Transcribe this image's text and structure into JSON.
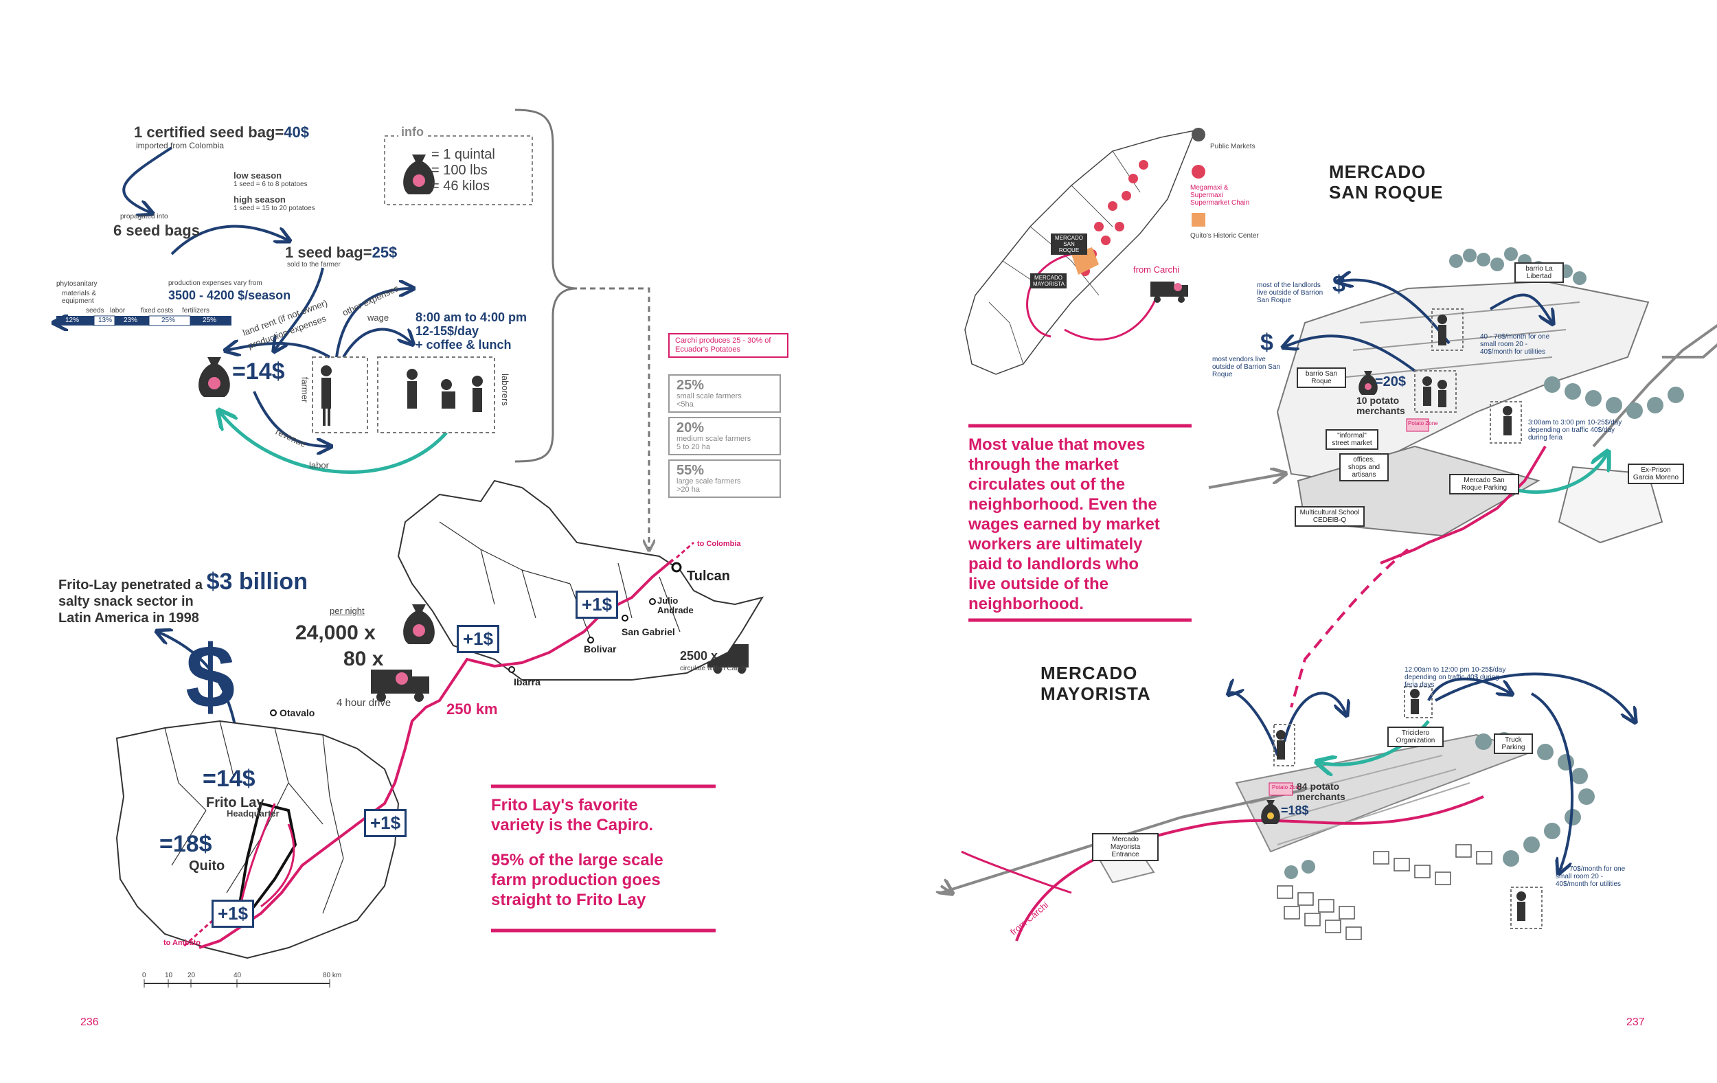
{
  "pages": {
    "left": "236",
    "right": "237"
  },
  "info_box": {
    "title": "info",
    "line1": "= 1 quintal",
    "line2": "= 100 lbs",
    "line3": "= 46 kilos"
  },
  "seed": {
    "certified_prefix": "1 certified seed bag=",
    "certified_price": "40$",
    "imported": "imported from Colombia",
    "low_season": "low season",
    "low_season_detail": "1 seed = 6 to 8 potatoes",
    "high_season": "high season",
    "high_season_detail": "1 seed = 15 to 20 potatoes",
    "propagated": "propagated into",
    "six_bags": "6 seed bags",
    "bag_prefix": "1 seed bag=",
    "bag_price": "25$",
    "sold": "sold to the farmer"
  },
  "costs": {
    "phyto": "phytosanitary",
    "materials": "materials & equipment",
    "expenses_note": "production expenses vary from",
    "range": "3500 - 4200 $/season",
    "bar_labels": [
      "seeds",
      "labor",
      "fixed costs",
      "fertilizers"
    ],
    "bar_values": [
      "12%",
      "13%",
      "23%",
      "25%",
      "25%"
    ]
  },
  "farm": {
    "price": "=14$",
    "land_rent": "land rent (if not owner)",
    "production_expenses": "production expenses",
    "other_expenses": "other expenses",
    "wage": "wage",
    "hours": "8:00 am to 4:00 pm",
    "pay": "12-15$/day",
    "extras": "+ coffee & lunch",
    "farmer": "farmer",
    "laborers": "laborers",
    "revenue": "revenue",
    "labor": "labor"
  },
  "carchi": {
    "produces": "Carchi produces 25 - 30% of Ecuador's Potatoes",
    "boxes": [
      {
        "pct": "25%",
        "desc1": "small scale farmers",
        "desc2": "<5ha"
      },
      {
        "pct": "20%",
        "desc1": "medium scale farmers",
        "desc2": "5 to 20 ha"
      },
      {
        "pct": "55%",
        "desc1": "large scale farmers",
        "desc2": ">20 ha"
      }
    ]
  },
  "frito": {
    "line1_prefix": "Frito-Lay penetrated a ",
    "amount": "$3 billion",
    "line2": "salty snack sector in",
    "line3": "Latin America in 1998",
    "dollar": "$",
    "hq_price": "=14$",
    "hq_name": "Frito Lay",
    "hq_sub": "Headquarter",
    "quito_price": "=18$",
    "quito": "Quito"
  },
  "transport": {
    "per_night": "per night",
    "count1": "24,000 x",
    "count2": "80 x",
    "drive": "4 hour drive",
    "distance": "250 km",
    "trucks": "2500 x",
    "trucks_note": "circulate within Carchi",
    "plus": "+1$"
  },
  "places": {
    "to_colombia": "to Colombia",
    "tulcan": "Tulcan",
    "julio": "Julio Andrade",
    "san_gabriel": "San Gabriel",
    "bolivar": "Bolivar",
    "ibarra": "Ibarra",
    "otavalo": "Otavalo",
    "to_ambato": "to Ambato"
  },
  "scale": {
    "ticks": [
      "0",
      "10",
      "20",
      "40",
      "80 km"
    ]
  },
  "capiro": {
    "line1": "Frito Lay's favorite",
    "line2": "variety is the Capiro.",
    "line3": "95% of the large scale",
    "line4": "farm production goes",
    "line5": "straight to Frito Lay"
  },
  "value_text": {
    "lines": [
      "Most value that moves",
      "through the market",
      "circulates out of the",
      "neighborhood. Even the",
      "wages earned by market",
      "workers are ultimately",
      "paid to landlords who",
      "live outside of the",
      "neighborhood."
    ]
  },
  "quito_map": {
    "legend": [
      "Public Markets",
      "Megamaxi & Supermaxi Supermarket Chain",
      "Quito's Historic Center"
    ],
    "from_carchi": "from Carchi",
    "san_roque_tag": "MERCADO SAN ROQUE",
    "mayorista_tag": "MERCADO MAYORISTA"
  },
  "san_roque": {
    "title1": "MERCADO",
    "title2": "SAN ROQUE",
    "landlords": "most of the landlords live outside of Barrion San Roque",
    "vendors": "most vendors live outside of Barrion San Roque",
    "barrio_libertad": "barrio La Libertad",
    "rent": "40 - 70$/month for one small room 20 - 40$/month for utilities",
    "barrio_san_roque": "barrio San Roque",
    "price": "=20$",
    "merchants": "10 potato merchants",
    "potato_zone": "Potato Zone",
    "hours": "3:00am to 3:00 pm 10-25$/day depending on traffic 40$/day during feria",
    "informal": "\"informal\" street market",
    "offices": "offices, shops and artisans",
    "parking": "Mercado San Roque Parking",
    "school": "Multicultural School CEDEIB-Q",
    "prison": "Ex-Prison Garcia Moreno"
  },
  "mayorista": {
    "title1": "MERCADO",
    "title2": "MAYORISTA",
    "hours": "12:00am to 12:00 pm 10-25$/day depending on traffic 40$ during feria days",
    "triciclos": "Triciclero Organization",
    "truck_parking": "Truck Parking",
    "potato_zone": "Potato Zone",
    "merchants": "84 potato merchants",
    "price": "=18$",
    "entrance": "Mercado Mayorista Entrance",
    "rent": "40 - 70$/month for one small room 20 - 40$/month for utilities",
    "from_carchi": "from Carchi"
  },
  "colors": {
    "pink": "#d81b6a",
    "navy": "#1f3f73",
    "teal": "#2bb3a0",
    "gray": "#8a8a8a",
    "tree": "#7e9a9c"
  }
}
